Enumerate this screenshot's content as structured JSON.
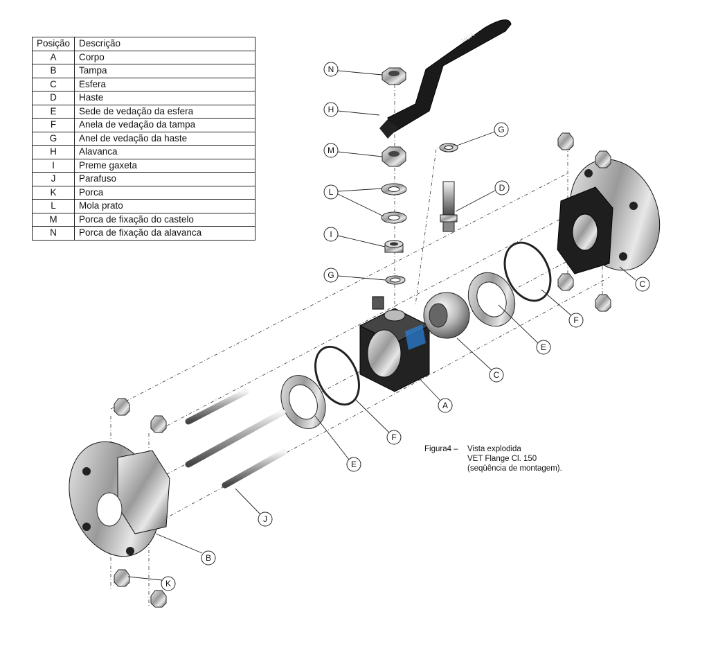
{
  "table": {
    "header": {
      "position": "Posição",
      "description": "Descrição"
    },
    "rows": [
      {
        "pos": "A",
        "desc": "Corpo"
      },
      {
        "pos": "B",
        "desc": "Tampa"
      },
      {
        "pos": "C",
        "desc": "Esfera"
      },
      {
        "pos": "D",
        "desc": "Haste"
      },
      {
        "pos": "E",
        "desc": "Sede de vedação da esfera"
      },
      {
        "pos": "F",
        "desc": "Anela de vedação da tampa"
      },
      {
        "pos": "G",
        "desc": "Anel de vedação da haste"
      },
      {
        "pos": "H",
        "desc": "Alavanca"
      },
      {
        "pos": "I",
        "desc": "Preme gaxeta"
      },
      {
        "pos": "J",
        "desc": "Parafuso"
      },
      {
        "pos": "K",
        "desc": "Porca"
      },
      {
        "pos": "L",
        "desc": "Mola prato"
      },
      {
        "pos": "M",
        "desc": "Porca de fixação do castelo"
      },
      {
        "pos": "N",
        "desc": "Porca de fixação da alavanca"
      }
    ]
  },
  "caption": {
    "label": "Figura4 –",
    "line1": "Vista explodida",
    "line2": "VET Flange Cl. 150",
    "line3": "(seqüência de montagem)."
  },
  "lever_marking": "MGA",
  "callouts": {
    "N": "N",
    "H": "H",
    "M": "M",
    "L": "L",
    "I": "I",
    "G_top": "G",
    "G_mid": "G",
    "D": "D",
    "C_right": "C",
    "F_right": "F",
    "E_right": "E",
    "C_ball": "C",
    "A": "A",
    "F_left": "F",
    "E_left": "E",
    "J": "J",
    "B": "B",
    "K": "K"
  }
}
